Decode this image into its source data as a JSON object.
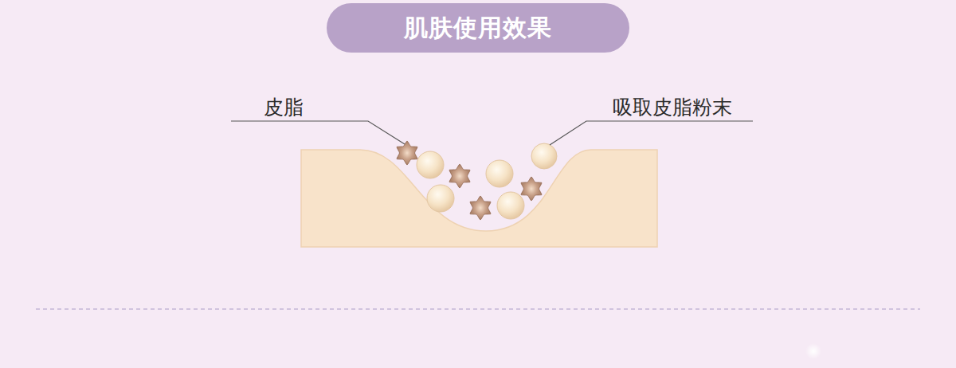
{
  "diagram": {
    "title": "肌肤使用效果",
    "labels": [
      "皮脂",
      "吸取皮脂粉末"
    ]
  }
}
